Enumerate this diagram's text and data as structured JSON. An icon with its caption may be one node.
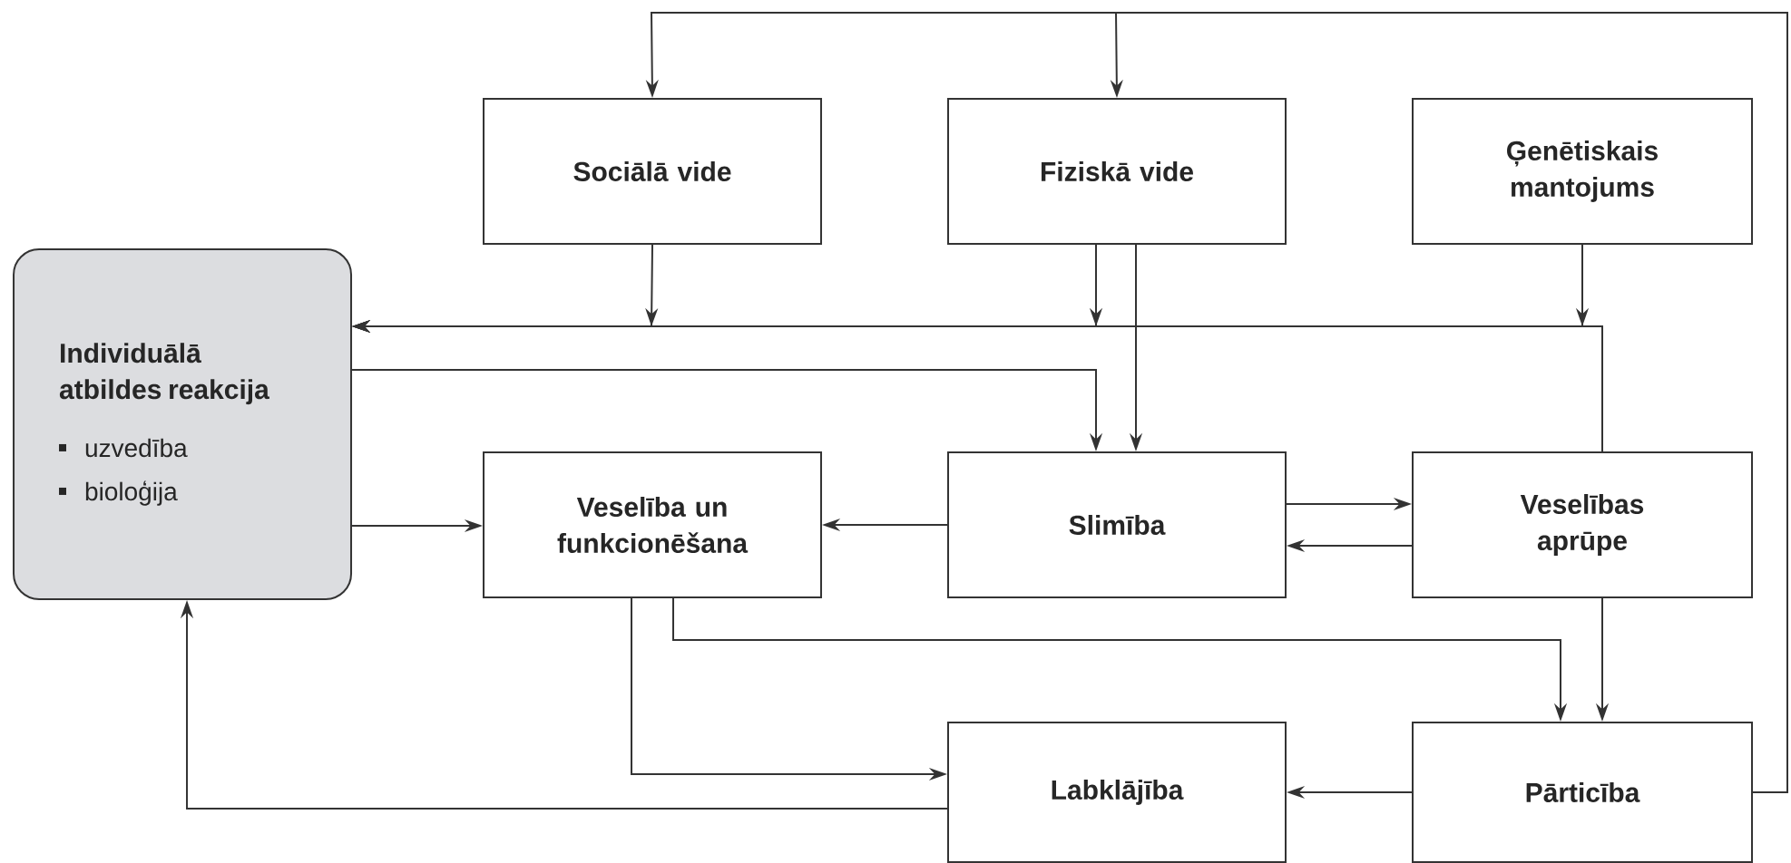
{
  "diagram": {
    "nodes": [
      {
        "text": [
          "Individuālā atbildes reakcija",
          "uzvedība",
          "bioloģija"
        ]
      },
      {
        "text": [
          "Sociālā vide"
        ]
      },
      {
        "text": [
          "Fiziskā vide"
        ]
      },
      {
        "text": [
          "Ģenētiskais mantojums"
        ]
      },
      {
        "text": [
          "Veselība un funkcionēšana"
        ]
      },
      {
        "text": [
          "Slimība"
        ]
      },
      {
        "text": [
          "Veselības aprūpe"
        ]
      },
      {
        "text": [
          "Labklājība"
        ]
      },
      {
        "text": [
          "Pārticība"
        ]
      }
    ],
    "edges": [
      {
        "from": 8,
        "to": 1,
        "arrow": "to"
      },
      {
        "from": 8,
        "to": 2,
        "arrow": "to"
      },
      {
        "from": 1,
        "to": 0,
        "arrow": "to"
      },
      {
        "from": 2,
        "to": 0,
        "arrow": "to"
      },
      {
        "from": 3,
        "to": 0,
        "arrow": "to"
      },
      {
        "from": 6,
        "to": 0,
        "arrow": "to"
      },
      {
        "from": 0,
        "to": 5,
        "arrow": "to"
      },
      {
        "from": 2,
        "to": 5,
        "arrow": "to"
      },
      {
        "from": 0,
        "to": 4,
        "arrow": "to"
      },
      {
        "from": 5,
        "to": 4,
        "arrow": "to"
      },
      {
        "from": 5,
        "to": 6,
        "arrow": "to"
      },
      {
        "from": 6,
        "to": 5,
        "arrow": "to"
      },
      {
        "from": 4,
        "to": 8,
        "arrow": "to"
      },
      {
        "from": 6,
        "to": 8,
        "arrow": "to"
      },
      {
        "from": 4,
        "to": 7,
        "arrow": "to"
      },
      {
        "from": 8,
        "to": 7,
        "arrow": "to"
      },
      {
        "from": 7,
        "to": 0,
        "arrow": "to"
      }
    ]
  }
}
